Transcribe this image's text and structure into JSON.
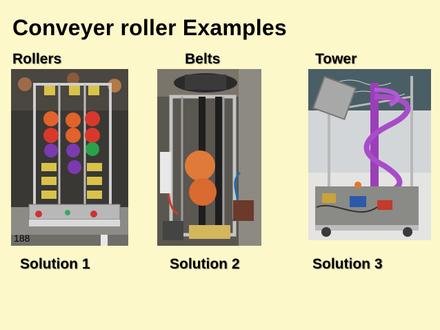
{
  "slide": {
    "title": "Conveyer roller Examples",
    "columns": [
      {
        "heading": "Rollers",
        "solution": "Solution 1",
        "photo_label": "188"
      },
      {
        "heading": "Belts",
        "solution": "Solution 2"
      },
      {
        "heading": "Tower",
        "solution": "Solution 3"
      }
    ]
  },
  "colors": {
    "background": "#fcf8c9",
    "text": "#000000"
  }
}
